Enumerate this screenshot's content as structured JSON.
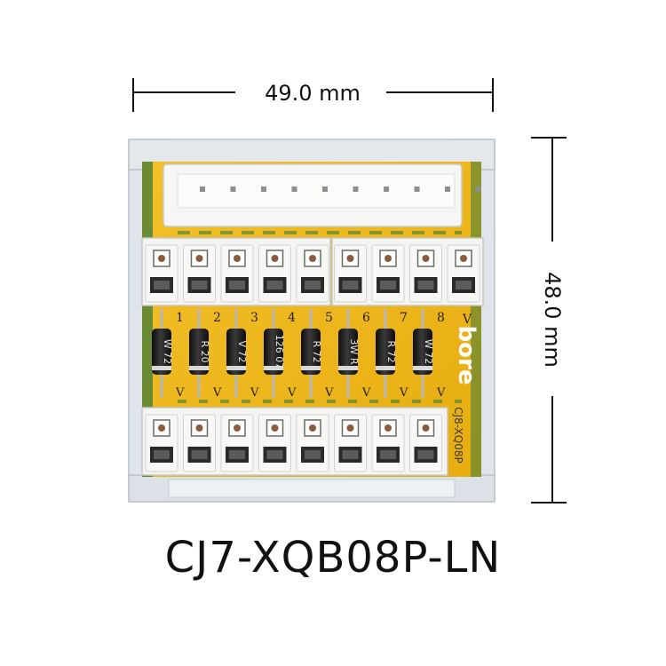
{
  "dimensions": {
    "width_label": "49.0 mm",
    "height_label": "48.0 mm"
  },
  "product": {
    "model": "CJ7-XQB08P-LN",
    "brand_print": "bore",
    "board_print": "CJ8-XQ08P"
  },
  "board": {
    "channel_labels": [
      "1",
      "2",
      "3",
      "4",
      "5",
      "6",
      "7",
      "8"
    ],
    "common_label": "V",
    "bottom_label": "V",
    "diode_markings": [
      "W 72",
      "R 20",
      "V 72",
      "126 07",
      "R 72",
      "3W R",
      "R 72",
      "W 72"
    ],
    "top_terminal_count": 9,
    "bottom_terminal_count": 8,
    "header_pin_count": 10
  },
  "colors": {
    "pcb": "#f1b91b",
    "frame": "#dde3e8",
    "terminal": "#f4f4f2",
    "diode": "#1a1a1a"
  }
}
